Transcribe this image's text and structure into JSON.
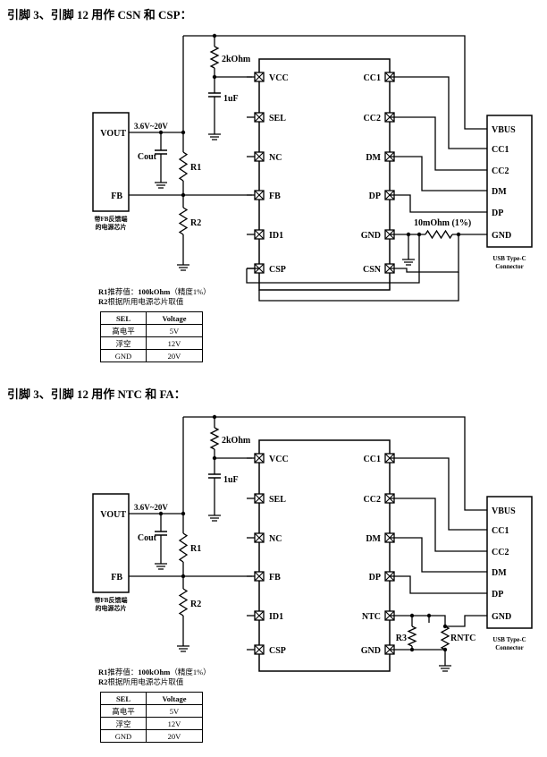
{
  "diagrams": [
    {
      "heading": "引脚 3、引脚 12 用作 CSN 和 CSP：",
      "chip_left_pins": [
        "VCC",
        "SEL",
        "NC",
        "FB",
        "ID1",
        "CSP"
      ],
      "chip_right_pins": [
        "CC1",
        "CC2",
        "DM",
        "DP",
        "GND",
        "CSN"
      ],
      "connector_pins": [
        "VBUS",
        "CC1",
        "CC2",
        "DM",
        "DP",
        "GND"
      ],
      "connector_caption": [
        "USB Type-C",
        "Connector"
      ],
      "source_pins": [
        "VOUT",
        "FB"
      ],
      "source_caption": [
        "带FB反馈端",
        "的电源芯片"
      ],
      "vin_label": "3.6V~20V",
      "r_top_label": "2kOhm",
      "c_top_label": "1uF",
      "cout_label": "Cout",
      "r1_label": "R1",
      "r2_label": "R2",
      "sense_label": "10mOhm (1%)",
      "note_line1_prefix": "R1",
      "note_line1_mid": "推荐值：",
      "note_line1_value": "100kOhm",
      "note_line1_suffix": "（精度1%）",
      "note_line2_prefix": "R2",
      "note_line2_text": "根据所用电源芯片取值",
      "table_headers": [
        "SEL",
        "Voltage"
      ],
      "table_rows": [
        [
          "高电平",
          "5V"
        ],
        [
          "浮空",
          "12V"
        ],
        [
          "GND",
          "20V"
        ]
      ]
    },
    {
      "heading": "引脚 3、引脚 12 用作 NTC 和 FA：",
      "chip_left_pins": [
        "VCC",
        "SEL",
        "NC",
        "FB",
        "ID1",
        "CSP"
      ],
      "chip_right_pins": [
        "CC1",
        "CC2",
        "DM",
        "DP",
        "NTC",
        "GND"
      ],
      "connector_pins": [
        "VBUS",
        "CC1",
        "CC2",
        "DM",
        "DP",
        "GND"
      ],
      "connector_caption": [
        "USB Type-C",
        "Connector"
      ],
      "source_pins": [
        "VOUT",
        "FB"
      ],
      "source_caption": [
        "带FB反馈端",
        "的电源芯片"
      ],
      "vin_label": "3.6V~20V",
      "r_top_label": "2kOhm",
      "c_top_label": "1uF",
      "cout_label": "Cout",
      "r1_label": "R1",
      "r2_label": "R2",
      "r3_label": "R3",
      "rntc_label": "RNTC",
      "note_line1_prefix": "R1",
      "note_line1_mid": "推荐值：",
      "note_line1_value": "100kOhm",
      "note_line1_suffix": "（精度1%）",
      "note_line2_prefix": "R2",
      "note_line2_text": "根据所用电源芯片取值",
      "table_headers": [
        "SEL",
        "Voltage"
      ],
      "table_rows": [
        [
          "高电平",
          "5V"
        ],
        [
          "浮空",
          "12V"
        ],
        [
          "GND",
          "20V"
        ]
      ]
    }
  ]
}
